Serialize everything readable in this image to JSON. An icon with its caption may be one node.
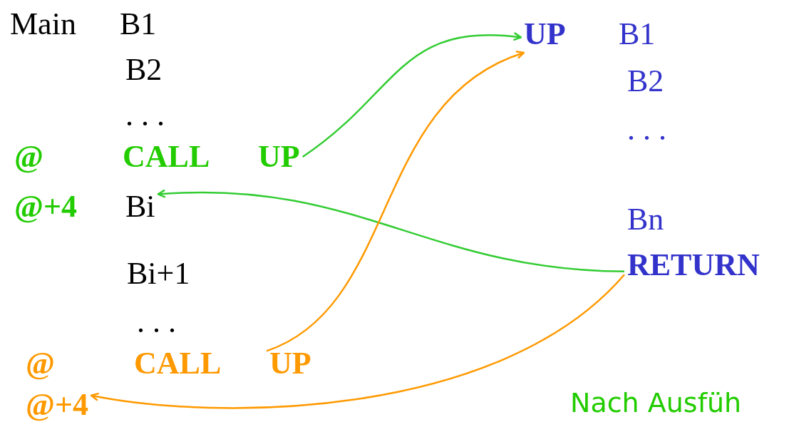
{
  "diagram": {
    "nodes": [
      {
        "text": [
          "UP"
        ]
      },
      {
        "text": [
          "UP"
        ]
      },
      {
        "text": [
          "Bi"
        ]
      },
      {
        "text": [
          "RETURN"
        ]
      },
      {
        "text": [
          "UP"
        ]
      },
      {
        "text": [
          "@+4"
        ]
      }
    ],
    "edges": [
      {
        "from": 0,
        "to": 1,
        "arrow": "to",
        "color": "#33cc33"
      },
      {
        "from": 3,
        "to": 2,
        "arrow": "to",
        "color": "#33cc33"
      },
      {
        "from": 4,
        "to": 1,
        "arrow": "to",
        "color": "#ff9900"
      },
      {
        "from": 3,
        "to": 5,
        "arrow": "to",
        "color": "#ff9900"
      }
    ],
    "labels": [
      "Main",
      "B1",
      "B2",
      ". . .",
      "@",
      "CALL",
      "@+4",
      "Bi+1",
      ". . .",
      "@",
      "CALL",
      "B1",
      "B2",
      ". . .",
      "Bn",
      "Nach Ausfüh"
    ]
  }
}
